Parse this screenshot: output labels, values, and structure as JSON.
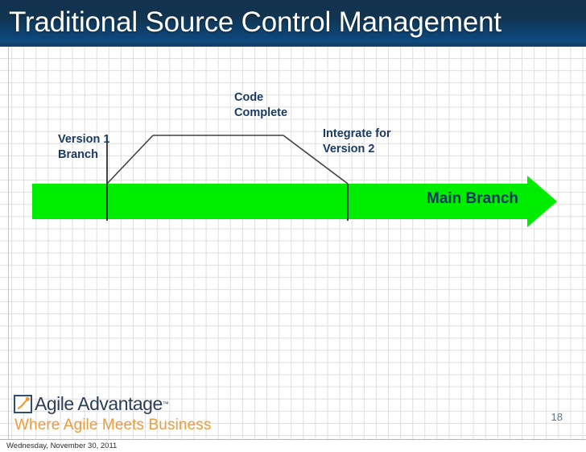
{
  "slide": {
    "title": "Traditional Source Control Management",
    "page_number": "18",
    "footer_date": "Wednesday, November 30, 2011"
  },
  "theme": {
    "title_bar_dark": "#13324f",
    "title_bar_light": "#0e4a7d",
    "title_text_color": "#ffffff",
    "label_color": "#1b3a62",
    "branch_line_color": "#404040",
    "main_branch_green": "#00ec00",
    "grid_color": "#d9d9d9",
    "page_number_color": "#5b7693",
    "logo_navy": "#2b3f57",
    "logo_orange": "#eb9c3c"
  },
  "diagram": {
    "labels": {
      "version_branch": "Version 1\nBranch",
      "code_complete": "Code\nComplete",
      "integrate": "Integrate for\nVersion 2",
      "main_branch": "Main Branch"
    }
  },
  "logo": {
    "name": "Agile Advantage",
    "trademark": "™",
    "tagline": "Where Agile Meets Business"
  }
}
